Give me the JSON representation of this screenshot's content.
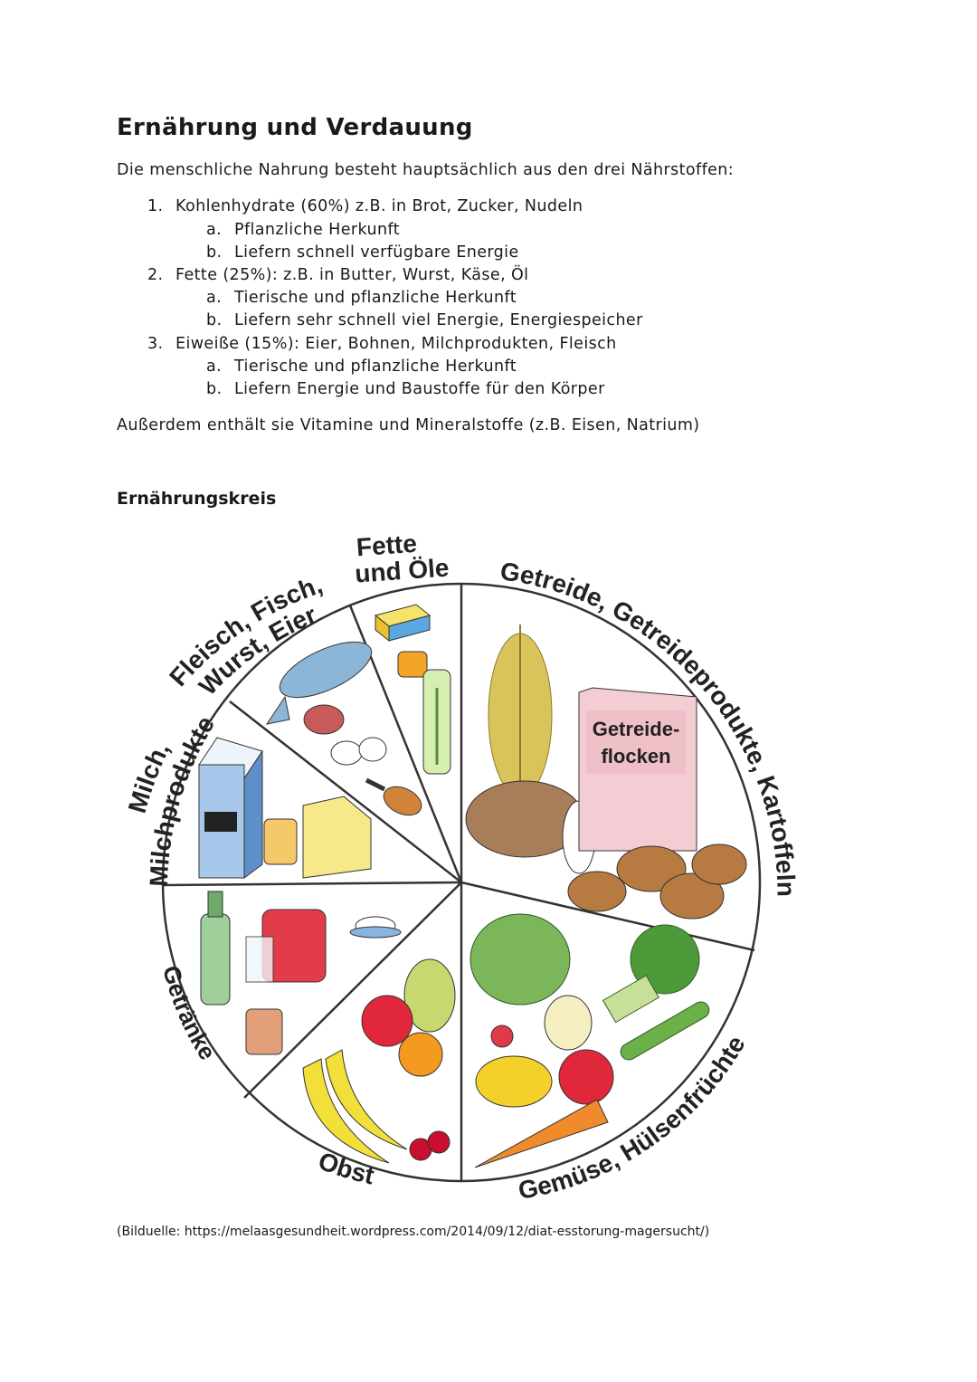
{
  "document": {
    "title": "Ernährung und Verdauung",
    "intro": "Die menschliche Nahrung besteht hauptsächlich aus den drei Nährstoffen:",
    "list": [
      {
        "num": "1.",
        "text": "Kohlenhydrate (60%) z.B. in Brot, Zucker, Nudeln",
        "sub": [
          {
            "letter": "a.",
            "text": "Pflanzliche Herkunft"
          },
          {
            "letter": "b.",
            "text": "Liefern schnell verfügbare Energie"
          }
        ]
      },
      {
        "num": "2.",
        "text": "Fette (25%): z.B. in Butter, Wurst, Käse, Öl",
        "sub": [
          {
            "letter": "a.",
            "text": "Tierische und pflanzliche Herkunft"
          },
          {
            "letter": "b.",
            "text": "Liefern sehr schnell viel Energie, Energiespeicher"
          }
        ]
      },
      {
        "num": "3.",
        "text": "Eiweiße (15%): Eier, Bohnen, Milchprodukten, Fleisch",
        "sub": [
          {
            "letter": "a.",
            "text": "Tierische und pflanzliche Herkunft"
          },
          {
            "letter": "b.",
            "text": "Liefern Energie und Baustoffe für den Körper"
          }
        ]
      }
    ],
    "closing": "Außerdem enthält sie Vitamine und Mineralstoffe (z.B. Eisen, Natrium)",
    "section_title": "Ernährungskreis",
    "source": "(Bilduelle: https://melaasgesundheit.wordpress.com/2014/09/12/diat-esstorung-magersucht/)"
  },
  "food_circle": {
    "segments": {
      "fette_1": "Fette",
      "fette_2": "und Öle",
      "fleisch_1": "Fleisch, Fisch,",
      "fleisch_2": "Wurst, Eier",
      "milch_1": "Milch,",
      "milch_2": "Milchprodukte",
      "getreide": "Getreide, Getreideprodukte, Kartoffeln",
      "gemuese": "Gemüse, Hülsenfrüchte",
      "obst": "Obst",
      "getraenke": "Getränke"
    },
    "box_label_1": "Getreide-",
    "box_label_2": "flocken"
  }
}
